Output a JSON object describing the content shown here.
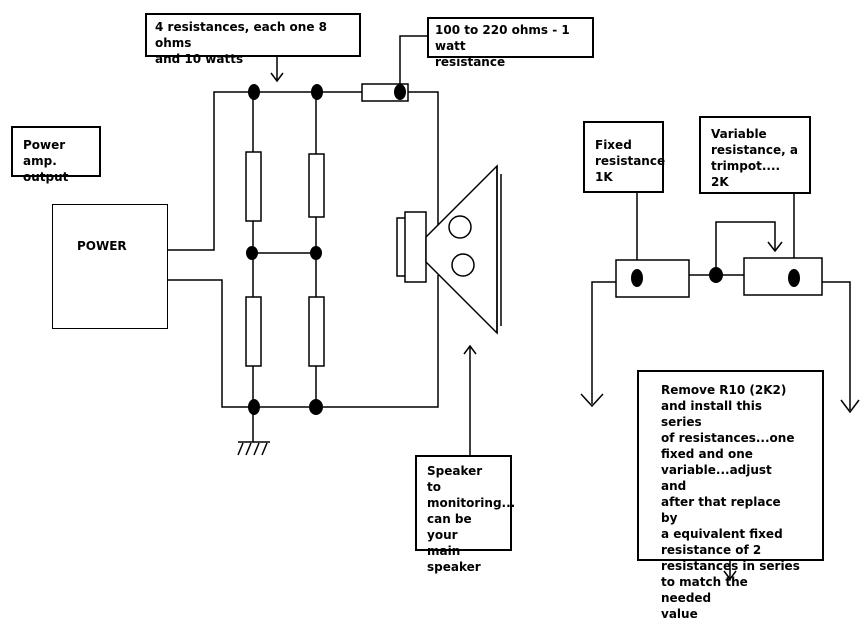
{
  "labels": {
    "resistor_bank": "4 resistances, each one 8 ohms\nand 10 watts",
    "series_resistor": "100 to 220 ohms - 1 watt\nresistance",
    "power_amp_output": "Power amp.\noutput",
    "power_block": "POWER",
    "speaker_note": "Speaker to\nmonitoring...\ncan be your\nmain\nspeaker",
    "fixed_resistance": "Fixed\nresistance\n1K",
    "variable_resistance": "Variable\nresistance, a\ntrimpot.... 2K",
    "instructions": "Remove R10 (2K2)\nand install this series\nof resistances...one\nfixed and one\nvariable...adjust and\nafter that replace by\na equivalent fixed\nresistance of 2\nresistances in series\nto match the needed\nvalue"
  },
  "colors": {
    "ink": "#000000",
    "background": "#ffffff"
  }
}
